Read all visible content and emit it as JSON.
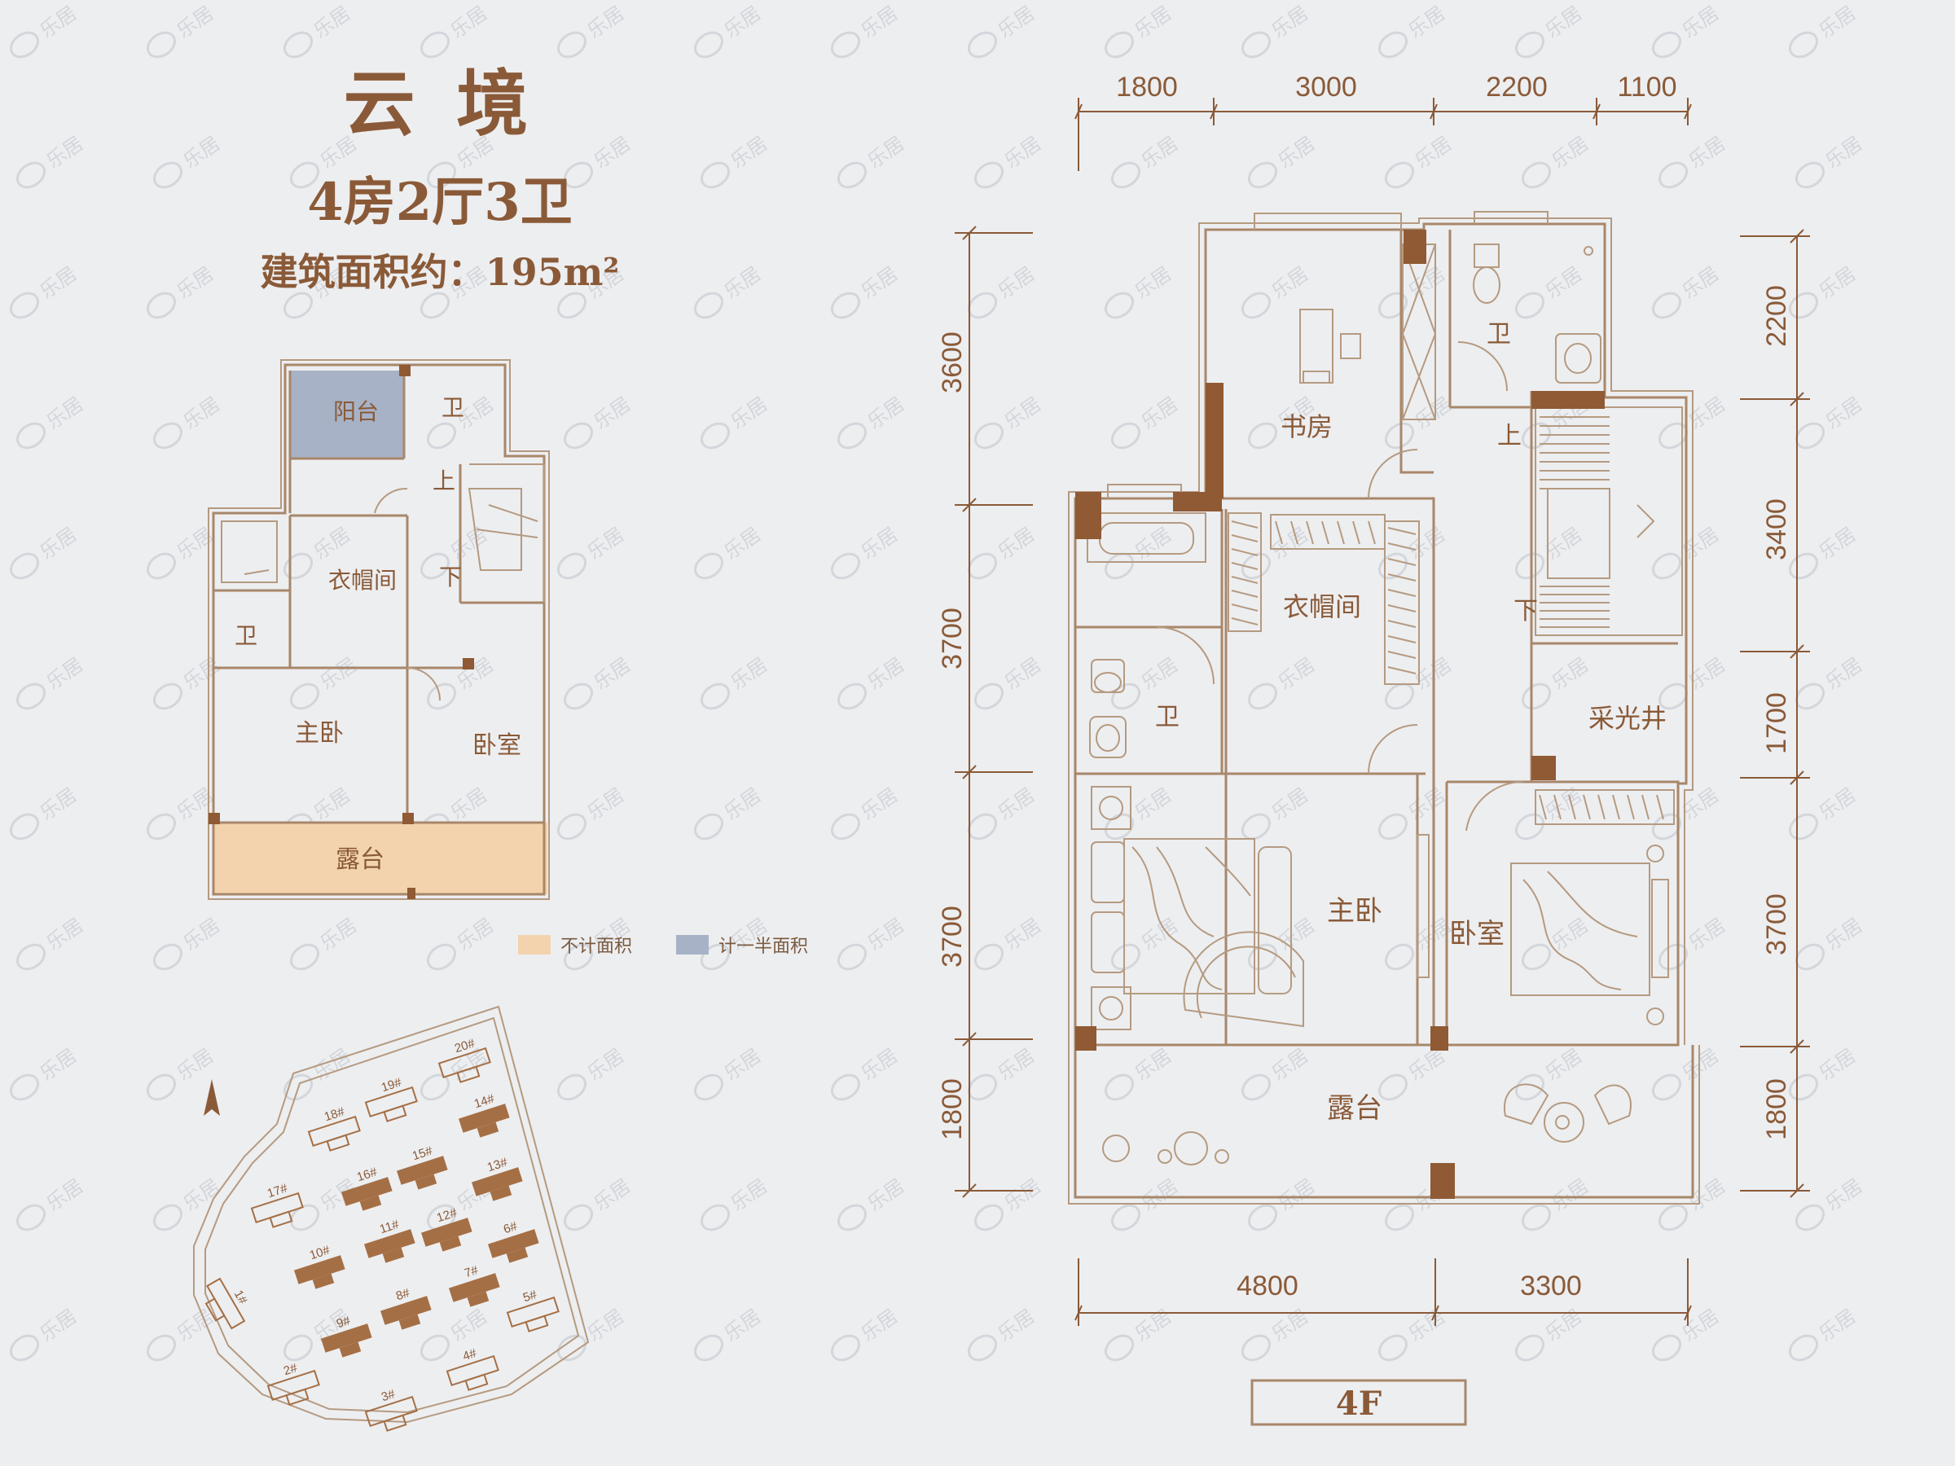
{
  "header": {
    "title": "云 境",
    "layout": "4房2厅3卫",
    "area": "建筑面积约：195m²"
  },
  "watermark": "乐居",
  "small_plan": {
    "rooms": [
      "阳台",
      "卫",
      "上",
      "衣帽间",
      "下",
      "卫",
      "主卧",
      "卧室",
      "露台"
    ]
  },
  "legend": {
    "items": [
      {
        "label": "不计面积",
        "color": "#f2d3ae"
      },
      {
        "label": "计一半面积",
        "color": "#a7b2c6"
      }
    ]
  },
  "site_plan": {
    "buildings": [
      "18#",
      "19#",
      "20#",
      "14#",
      "15#",
      "16#",
      "13#",
      "17#",
      "12#",
      "11#",
      "6#",
      "10#",
      "1#",
      "7#",
      "8#",
      "9#",
      "5#",
      "4#",
      "2#",
      "3#"
    ]
  },
  "main_plan": {
    "rooms": [
      "书房",
      "卫",
      "上",
      "衣帽间",
      "下",
      "卫",
      "采光井",
      "主卧",
      "卧室",
      "露台"
    ],
    "dims_top": [
      "1800",
      "3000",
      "2200",
      "1100"
    ],
    "dims_bottom": [
      "4800",
      "3300"
    ],
    "dims_left": [
      "3600",
      "3700",
      "3700",
      "1800"
    ],
    "dims_right": [
      "2200",
      "3400",
      "1700",
      "3700",
      "1800"
    ],
    "floor_label": "4F"
  },
  "colors": {
    "accent": "#8a5a38",
    "wall": "#a8876a",
    "background": "#edeef0"
  }
}
